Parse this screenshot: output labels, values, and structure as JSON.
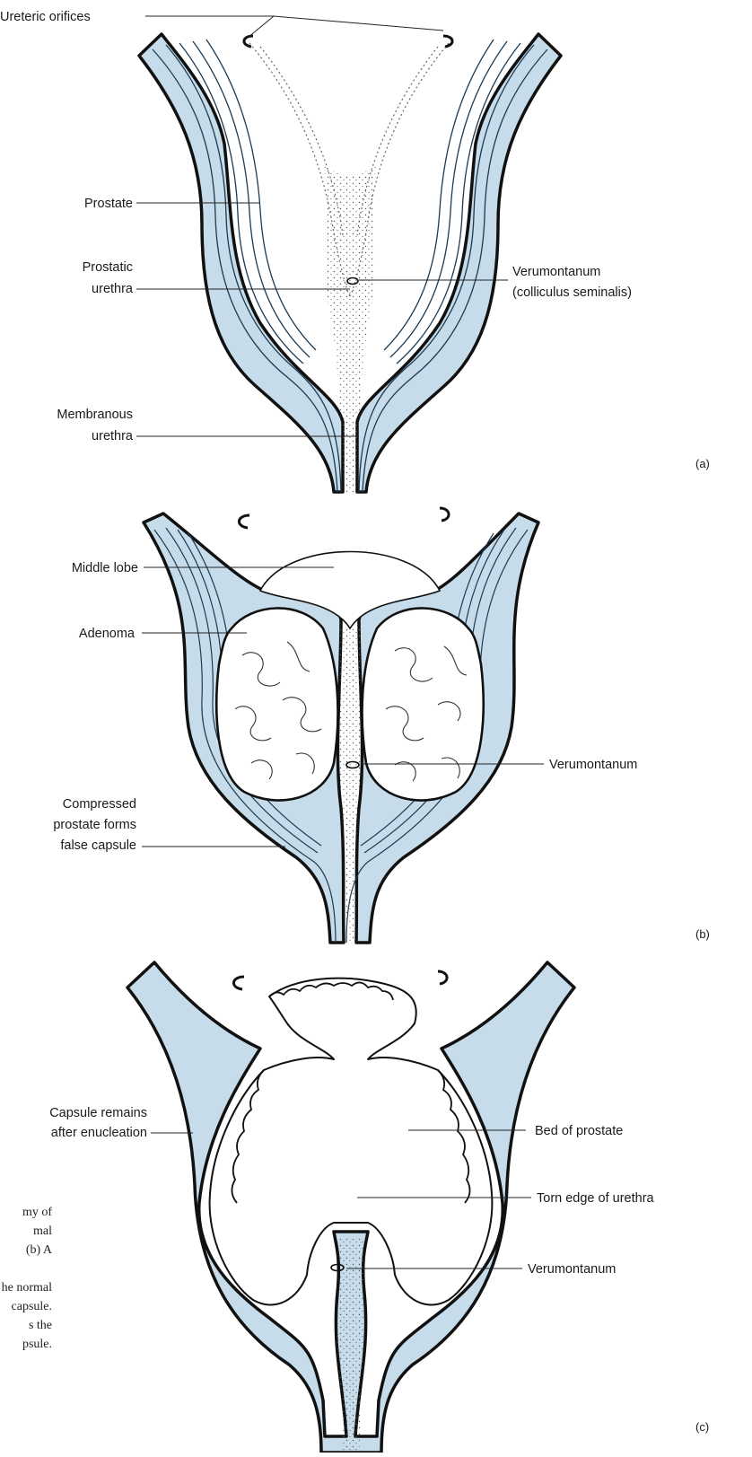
{
  "colors": {
    "tissue": "#c6dcea",
    "outline": "#111111",
    "leader": "#222222"
  },
  "panels": [
    {
      "letter": "(a)",
      "labels": {
        "ureteric_orifices": "Ureteric orifices",
        "prostate": "Prostate",
        "prostatic_urethra_1": "Prostatic",
        "prostatic_urethra_2": "urethra",
        "verumontanum_1": "Verumontanum",
        "verumontanum_2": "(colliculus seminalis)",
        "membranous_1": "Membranous",
        "membranous_2": "urethra"
      }
    },
    {
      "letter": "(b)",
      "labels": {
        "middle_lobe": "Middle lobe",
        "adenoma": "Adenoma",
        "verumontanum": "Verumontanum",
        "compressed_1": "Compressed",
        "compressed_2": "prostate forms",
        "compressed_3": "false capsule"
      }
    },
    {
      "letter": "(c)",
      "labels": {
        "capsule_1": "Capsule remains",
        "capsule_2": "after enucleation",
        "bed": "Bed of prostate",
        "torn_edge": "Torn edge of urethra",
        "verumontanum": "Verumontanum"
      }
    }
  ],
  "caption_fragments": [
    "my of",
    "mal",
    "(b) A",
    "",
    "he normal",
    "capsule.",
    "s the",
    "psule."
  ]
}
